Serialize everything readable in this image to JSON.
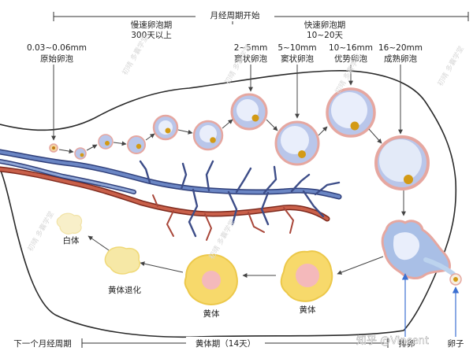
{
  "timeline": {
    "top_label": "月经周期开始",
    "slow_phase": {
      "line1": "慢速卵泡期",
      "line2": "300天以上"
    },
    "fast_phase": {
      "line1": "快速卵泡期",
      "line2": "10~20天"
    },
    "bottom_left": "下一个月经周期",
    "bottom_mid": "黄体期（14天）"
  },
  "follicles": {
    "primordial": {
      "size": "0.03~0.06mm",
      "name": "原始卵泡"
    },
    "antral_small": {
      "size": "2~5mm",
      "name": "窦状卵泡"
    },
    "antral_large": {
      "size": "5~10mm",
      "name": "窦状卵泡"
    },
    "dominant": {
      "size": "10~16mm",
      "name": "优势卵泡"
    },
    "mature": {
      "size": "16~20mm",
      "name": "成熟卵泡"
    }
  },
  "bodies": {
    "corpus_albicans": "白体",
    "regressing": "黄体退化",
    "corpus_luteum_1": "黄体",
    "corpus_luteum_2": "黄体"
  },
  "ovulation": {
    "label": "排卵",
    "egg_label": "卵子"
  },
  "watermark": {
    "text": "初晴 多囊学堂"
  },
  "credit": {
    "text": "知乎 @Vincent"
  },
  "colors": {
    "ovary_outline": "#2a2a2a",
    "follicle_fill": "#b9c6ea",
    "follicle_ring": "#e6a7a0",
    "corpus_luteum": "#f7d96b",
    "corpus_core": "#f4b9bb",
    "vein": "#6b86c4",
    "artery": "#c9604a"
  }
}
